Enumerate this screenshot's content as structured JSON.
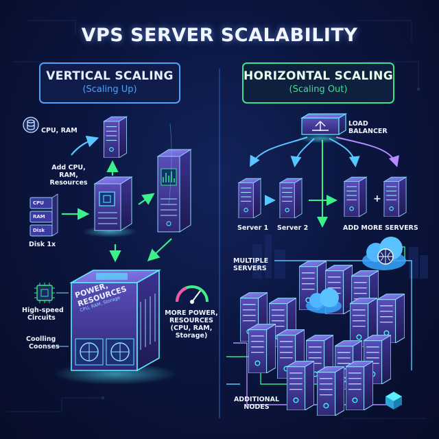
{
  "title": "VPS SERVER SCALABILITY",
  "vertical": {
    "heading": "VERTICAL SCALING",
    "subheading": "(Scaling Up)",
    "labels": {
      "cpu_ram": "CPU, RAM",
      "add_cpu_line1": "Add CPU,",
      "add_cpu_line2": "RAM,",
      "add_cpu_line3": "Resources",
      "disk": "Disk 1x",
      "high_speed_line1": "High-speed",
      "high_speed_line2": "Circuits",
      "cooling_line1": "Coolling",
      "cooling_line2": "Coonses",
      "more_power_line1": "MORE POWER,",
      "more_power_line2": "RESOURCES",
      "more_power_line3": "(CPU, RAM,",
      "more_power_line4": "Storage)"
    },
    "stack": [
      "CPU",
      "RAM",
      "Disk"
    ],
    "big_server_line1": "POWER,",
    "big_server_line2": "RESOURCES",
    "big_server_line3": "CPU, RAM, Storage"
  },
  "horizontal": {
    "heading": "HORIZONTAL SCALING",
    "subheading": "(Scaling Out)",
    "labels": {
      "load_balancer_line1": "LOAD",
      "load_balancer_line2": "BALANCER",
      "server1": "Server 1",
      "server2": "Server 2",
      "add_more": "ADD MORE SERVERS",
      "multiple_line1": "MULTIPLE",
      "multiple_line2": "SERVERS",
      "additional_line1": "ADDITIONAL",
      "additional_line2": "NODES",
      "plus": "+"
    }
  },
  "colors": {
    "vertical_accent": "#4fa3ff",
    "horizontal_accent": "#39e58c",
    "arrow_green": "#3df08a",
    "arrow_cyan": "#58c7ff",
    "server_purple": "#4a3f9c",
    "glow": "#59f0ff"
  }
}
